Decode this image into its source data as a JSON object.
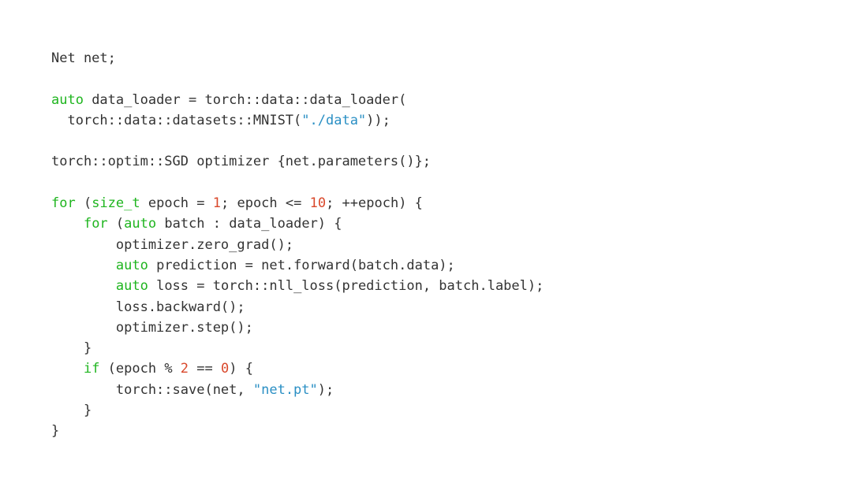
{
  "colors": {
    "background": "#ffffff",
    "plain": "#333333",
    "keyword": "#1fb51f",
    "number": "#d9482b",
    "string": "#2a8fc4"
  },
  "code": {
    "lines": [
      {
        "tokens": [
          {
            "type": "plain",
            "text": "Net net;"
          }
        ]
      },
      {
        "tokens": []
      },
      {
        "tokens": [
          {
            "type": "keyword",
            "text": "auto"
          },
          {
            "type": "plain",
            "text": " data_loader = torch::data::data_loader("
          }
        ]
      },
      {
        "tokens": [
          {
            "type": "plain",
            "text": "  torch::data::datasets::MNIST("
          },
          {
            "type": "string",
            "text": "\"./data\""
          },
          {
            "type": "plain",
            "text": "));"
          }
        ]
      },
      {
        "tokens": []
      },
      {
        "tokens": [
          {
            "type": "plain",
            "text": "torch::optim::SGD optimizer {net.parameters()};"
          }
        ]
      },
      {
        "tokens": []
      },
      {
        "tokens": [
          {
            "type": "keyword",
            "text": "for"
          },
          {
            "type": "plain",
            "text": " ("
          },
          {
            "type": "keyword",
            "text": "size_t"
          },
          {
            "type": "plain",
            "text": " epoch = "
          },
          {
            "type": "number",
            "text": "1"
          },
          {
            "type": "plain",
            "text": "; epoch <= "
          },
          {
            "type": "number",
            "text": "10"
          },
          {
            "type": "plain",
            "text": "; ++epoch) {"
          }
        ]
      },
      {
        "tokens": [
          {
            "type": "plain",
            "text": "    "
          },
          {
            "type": "keyword",
            "text": "for"
          },
          {
            "type": "plain",
            "text": " ("
          },
          {
            "type": "keyword",
            "text": "auto"
          },
          {
            "type": "plain",
            "text": " batch : data_loader) {"
          }
        ]
      },
      {
        "tokens": [
          {
            "type": "plain",
            "text": "        optimizer.zero_grad();"
          }
        ]
      },
      {
        "tokens": [
          {
            "type": "plain",
            "text": "        "
          },
          {
            "type": "keyword",
            "text": "auto"
          },
          {
            "type": "plain",
            "text": " prediction = net.forward(batch.data);"
          }
        ]
      },
      {
        "tokens": [
          {
            "type": "plain",
            "text": "        "
          },
          {
            "type": "keyword",
            "text": "auto"
          },
          {
            "type": "plain",
            "text": " loss = torch::nll_loss(prediction, batch.label);"
          }
        ]
      },
      {
        "tokens": [
          {
            "type": "plain",
            "text": "        loss.backward();"
          }
        ]
      },
      {
        "tokens": [
          {
            "type": "plain",
            "text": "        optimizer.step();"
          }
        ]
      },
      {
        "tokens": [
          {
            "type": "plain",
            "text": "    }"
          }
        ]
      },
      {
        "tokens": [
          {
            "type": "plain",
            "text": "    "
          },
          {
            "type": "keyword",
            "text": "if"
          },
          {
            "type": "plain",
            "text": " (epoch % "
          },
          {
            "type": "number",
            "text": "2"
          },
          {
            "type": "plain",
            "text": " == "
          },
          {
            "type": "number",
            "text": "0"
          },
          {
            "type": "plain",
            "text": ") {"
          }
        ]
      },
      {
        "tokens": [
          {
            "type": "plain",
            "text": "        torch::save(net, "
          },
          {
            "type": "string",
            "text": "\"net.pt\""
          },
          {
            "type": "plain",
            "text": ");"
          }
        ]
      },
      {
        "tokens": [
          {
            "type": "plain",
            "text": "    }"
          }
        ]
      },
      {
        "tokens": [
          {
            "type": "plain",
            "text": "}"
          }
        ]
      }
    ]
  }
}
